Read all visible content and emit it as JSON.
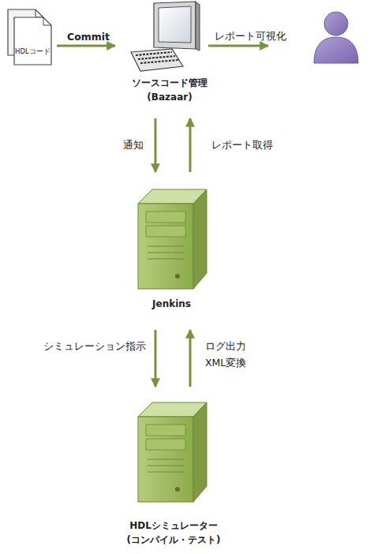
{
  "diagram": {
    "nodes": [
      {
        "text": [
          "HDLコード"
        ]
      },
      {
        "text": [
          "ソースコード管理 (Bazaar)"
        ]
      },
      {
        "text": [
          "Jenkins"
        ]
      },
      {
        "text": [
          "HDLシミュレーター (コンパイル・テスト)"
        ]
      }
    ],
    "edges": [
      {
        "from": 0,
        "to": 1,
        "label": "Commit",
        "arrow": "to"
      },
      {
        "from": 1,
        "to": 2,
        "label": "通知",
        "arrow": "to"
      },
      {
        "from": 2,
        "to": 1,
        "label": "レポート取得",
        "arrow": "to"
      },
      {
        "from": 2,
        "to": 3,
        "label": "シミュレーション指示",
        "arrow": "to"
      },
      {
        "from": 3,
        "to": 2,
        "label": "ログ出力 XML変換",
        "arrow": "to"
      }
    ],
    "labels": [
      "レポート可視化"
    ]
  }
}
